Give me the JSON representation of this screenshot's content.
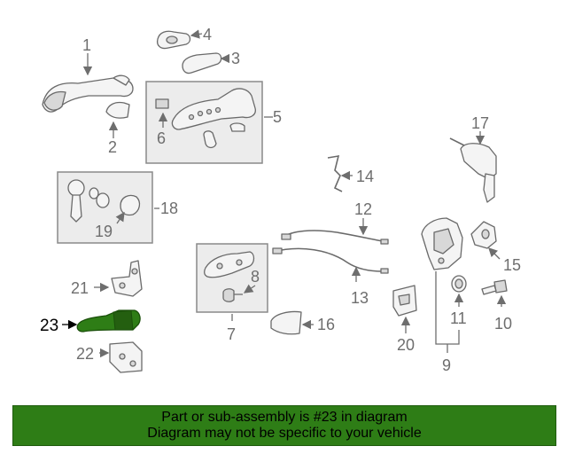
{
  "callouts": {
    "c1": "1",
    "c2": "2",
    "c3": "3",
    "c4": "4",
    "c5": "5",
    "c6": "6",
    "c7": "7",
    "c8": "8",
    "c9": "9",
    "c10": "10",
    "c11": "11",
    "c12": "12",
    "c13": "13",
    "c14": "14",
    "c15": "15",
    "c16": "16",
    "c17": "17",
    "c18": "18",
    "c19": "19",
    "c20": "20",
    "c21": "21",
    "c22": "22",
    "c23": "23"
  },
  "highlight": {
    "part_number": "23",
    "color": "#2e7d16"
  },
  "banner": {
    "line1": "Part or sub-assembly is #23 in diagram",
    "line2": "Diagram may not be specific to your vehicle"
  }
}
